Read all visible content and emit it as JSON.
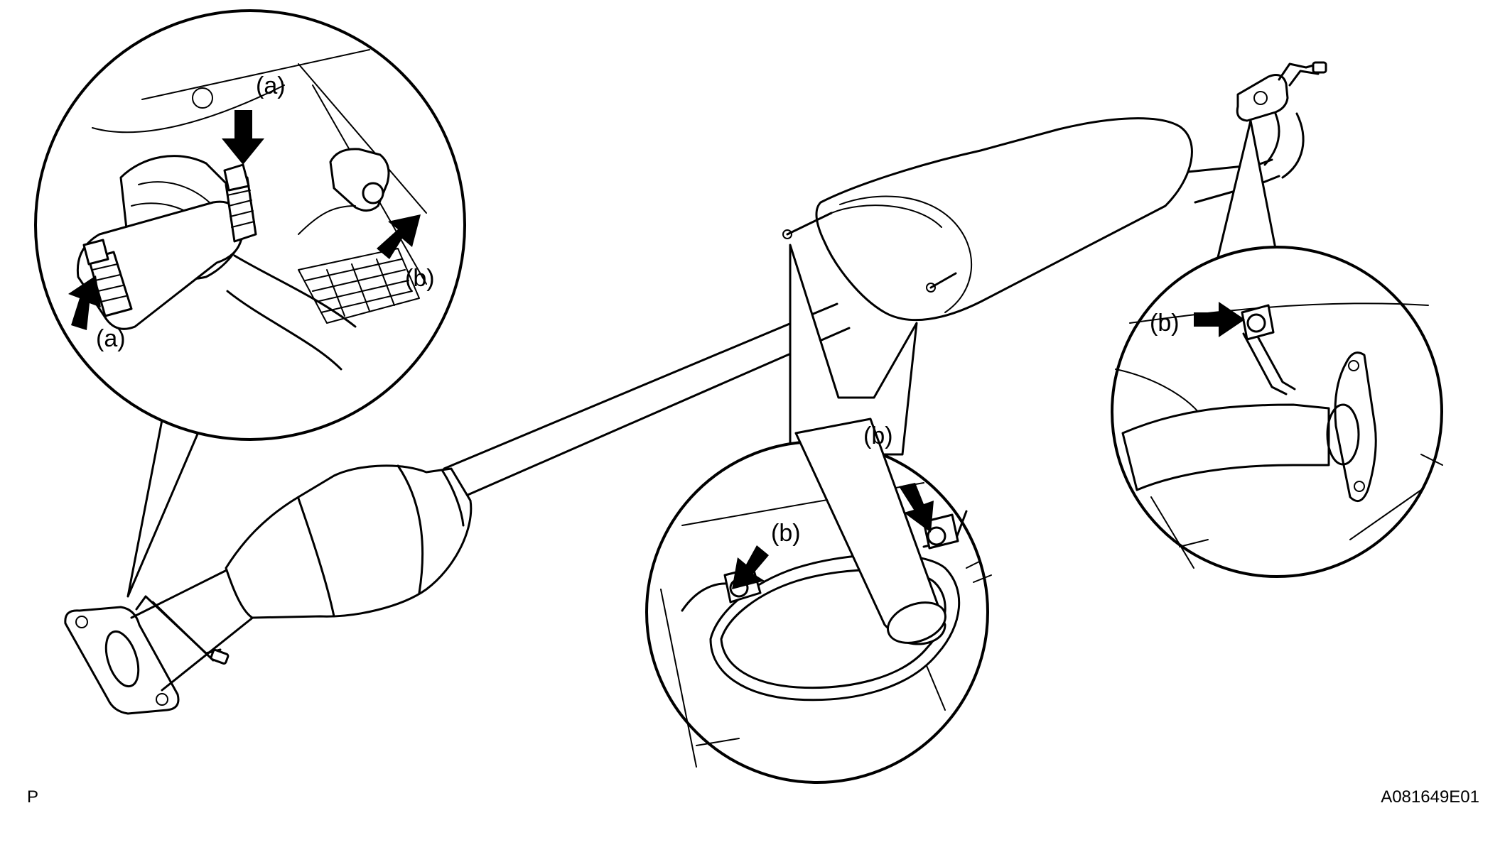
{
  "labels": {
    "a": "(a)",
    "b": "(b)"
  },
  "corner_left": "P",
  "corner_right": "A081649E01"
}
